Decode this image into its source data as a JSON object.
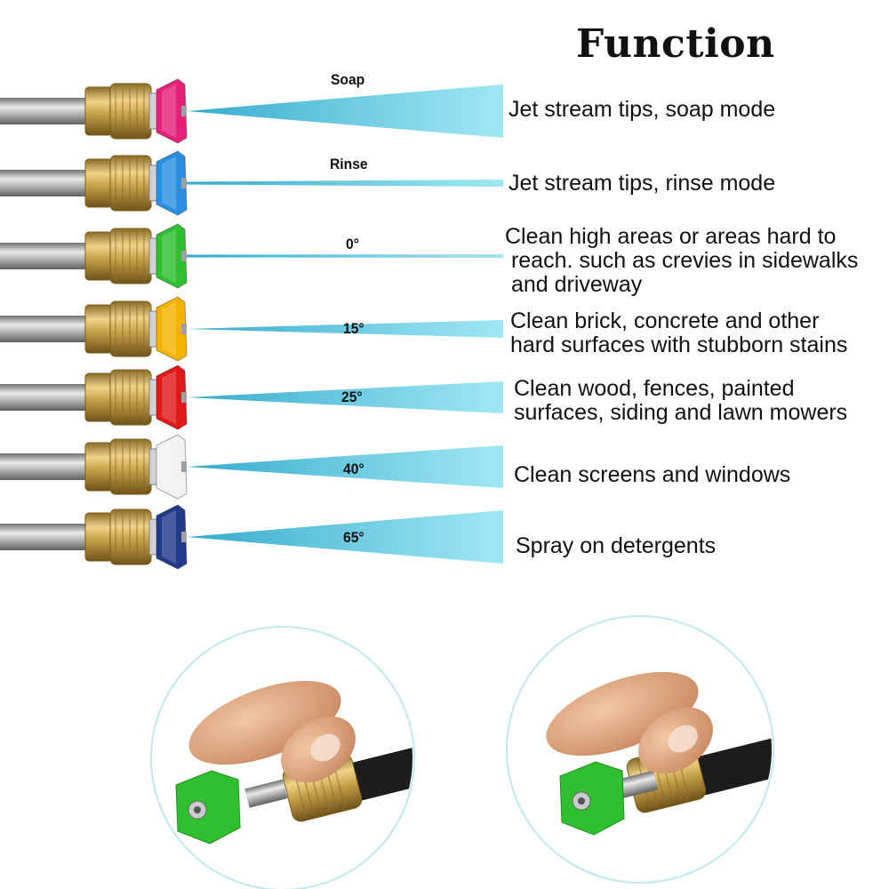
{
  "title": "Function",
  "colors": {
    "spray": "#5ccfe6",
    "brass": "#c9a24a",
    "steel": "#a9abad"
  },
  "nozzles": [
    {
      "label": "Soap",
      "color": "#e6207a",
      "description": "Jet stream tips, soap mode"
    },
    {
      "label": "Rinse",
      "color": "#2a8fe0",
      "description": "Jet stream tips, rinse mode"
    },
    {
      "label": "0°",
      "color": "#2fbf2f",
      "description": "Clean high areas or areas hard to\n reach. such as crevies in sidewalks\n and driveway"
    },
    {
      "label": "15°",
      "color": "#f5b300",
      "description": "Clean brick, concrete and other\nhard surfaces with stubborn stains"
    },
    {
      "label": "25°",
      "color": "#e01a1a",
      "description": "Clean wood, fences, painted\nsurfaces, siding and lawn mowers"
    },
    {
      "label": "40°",
      "color": "#f2f2f2",
      "description": "Clean screens and windows"
    },
    {
      "label": "65°",
      "color": "#223a8a",
      "description": "Spray on detergents"
    }
  ],
  "photos": [
    {
      "name": "Attaching green nozzle"
    },
    {
      "name": "Nozzle locked in coupler"
    }
  ]
}
